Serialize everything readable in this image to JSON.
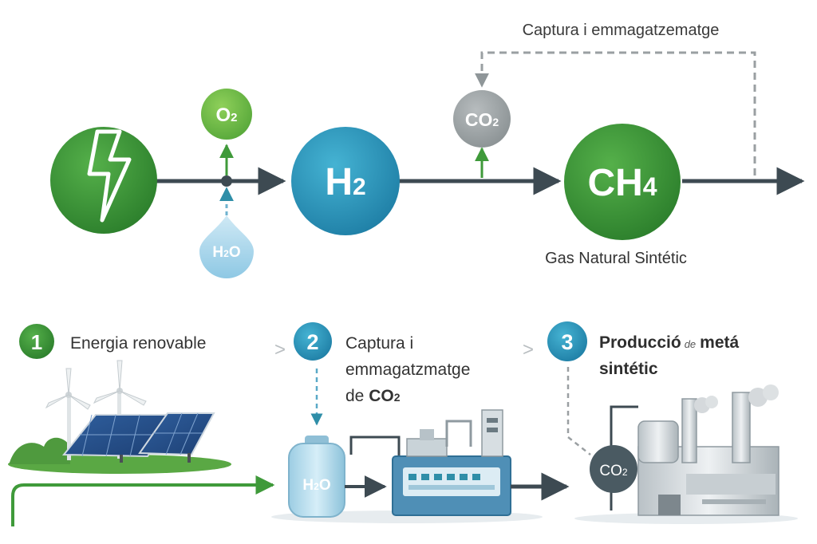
{
  "colors": {
    "green": "#3f9a3a",
    "green_dark": "#2d7b2c",
    "light_green": "#6cb944",
    "blue": "#2b8fb2",
    "teal": "#2f7d8e",
    "gray": "#9aa1a3",
    "arrow": "#3d4a52",
    "dashed": "#9a9fa2",
    "light_blue": "#aed6ea"
  },
  "top_flow": {
    "feedback_label": "Captura i emmagatzematge",
    "nodes": {
      "electricity_icon": "lightning-bolt-icon",
      "oxygen": {
        "main": "O",
        "sub": "2"
      },
      "water": {
        "main": "H",
        "sub": "2",
        "tail": "O"
      },
      "hydrogen": {
        "main": "H",
        "sub": "2"
      },
      "carbon_dioxide": {
        "main": "CO",
        "sub": "2"
      },
      "methane": {
        "main": "CH",
        "sub": "4"
      }
    },
    "methane_caption": "Gas Natural Sintétic"
  },
  "steps": [
    {
      "number": "1",
      "title": "Energia renovable"
    },
    {
      "number": "2",
      "title_line1": "Captura i",
      "title_line2": "emmagatzmatge",
      "title_line3_prefix": "de ",
      "co2": {
        "main": "CO",
        "sub": "2"
      }
    },
    {
      "number": "3",
      "title_part1": "Producció",
      "title_small": "de",
      "title_part2": "metá",
      "title_line2": "sintétic"
    }
  ],
  "separators": [
    ">",
    ">"
  ],
  "bottom_illustration": {
    "tank_label": {
      "main": "H",
      "sub": "2",
      "tail": "O"
    },
    "plant_badge": {
      "main": "CO",
      "sub": "2"
    }
  }
}
